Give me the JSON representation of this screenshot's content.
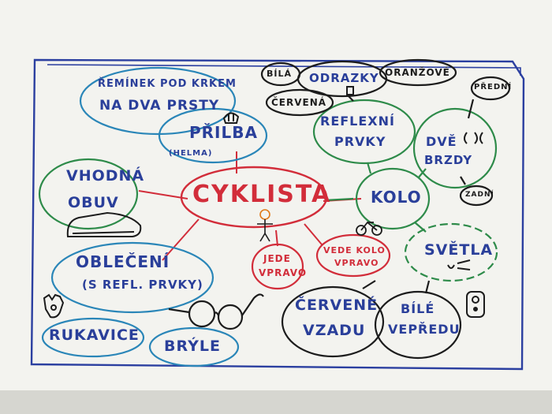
{
  "colors": {
    "board": "#f3f3ef",
    "frame": "#2b3fa0",
    "red": "#d22d3a",
    "blue": "#2a3f9a",
    "green": "#2e8b4a",
    "teal": "#2a86b8",
    "black": "#1c1c1c"
  },
  "labels": {
    "center": "CYKLISTA",
    "helmet_strap_l1": "ŘEMÍNEK POD KRKEM",
    "helmet_strap_l2": "NA DVA PRSTY",
    "helmet_l1": "PŘILBA",
    "helmet_l2": "(HELMA)",
    "shoes_l1": "VHODNÁ",
    "shoes_l2": "OBUV",
    "clothes_l1": "OBLEČENÍ",
    "clothes_l2": "(S REFL. PRVKY)",
    "gloves": "RUKAVICE",
    "glasses": "BRÝLE",
    "rides_l1": "JEDE",
    "rides_l2": "VPRAVO",
    "leads_l1": "VEDE KOLO",
    "leads_l2": "VPRAVO",
    "bike": "KOLO",
    "reflectors_l1": "REFLEXNÍ",
    "reflectors_l2": "PRVKY",
    "brakes_l1": "DVĚ",
    "brakes_l2": "BRZDY",
    "front": "PŘEDNÍ",
    "rear": "ZADNÍ",
    "lights": "SVĚTLA",
    "red_back_l1": "ČERVENÉ",
    "red_back_l2": "VZADU",
    "white_front_l1": "BÍLÉ",
    "white_front_l2": "VEPŘEDU",
    "white": "BÍLÁ",
    "reflector_pads": "ODRAZKY",
    "orange": "ORANŽOVÉ",
    "red_small": "ČERVENÁ"
  }
}
